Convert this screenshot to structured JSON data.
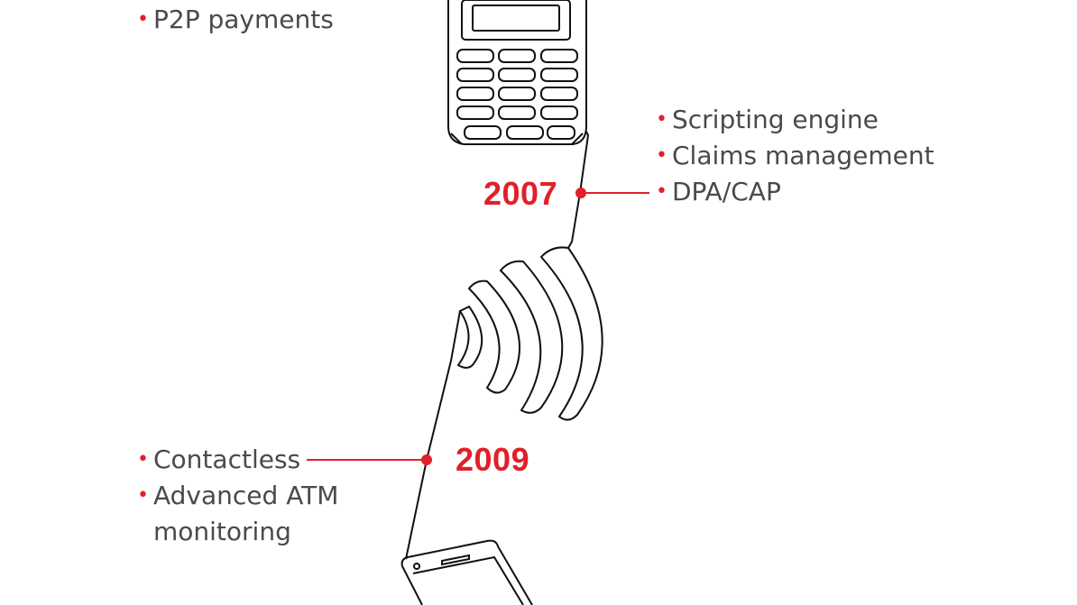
{
  "top_section": {
    "items": [
      "P2P payments"
    ]
  },
  "milestone_2007": {
    "year": "2007",
    "items": [
      "Scripting engine",
      "Claims management",
      "DPA/CAP"
    ]
  },
  "milestone_2009": {
    "year": "2009",
    "items": [
      "Contactless",
      "Advanced ATM monitoring"
    ]
  },
  "colors": {
    "accent": "#e0202a",
    "text": "#4a4a4a",
    "line": "#111111"
  },
  "icons": [
    "card-reader-terminal-icon",
    "contactless-waves-icon",
    "smartphone-icon"
  ]
}
